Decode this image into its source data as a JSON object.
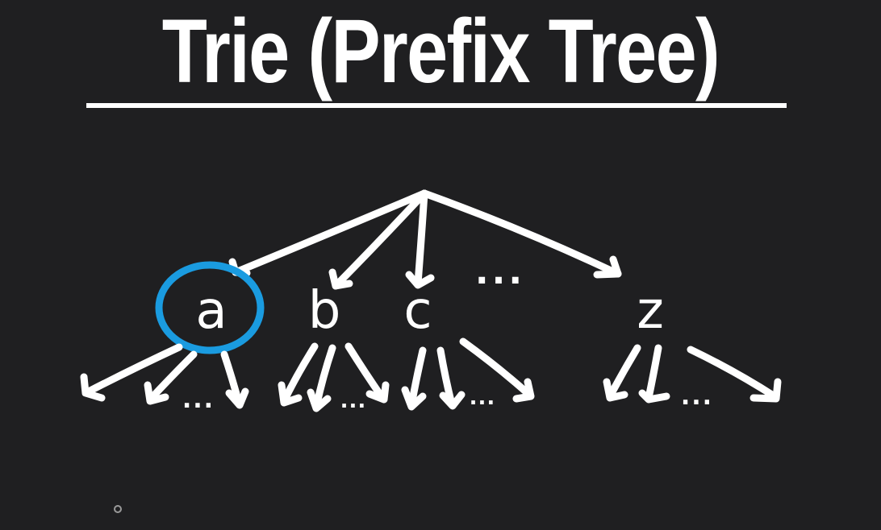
{
  "title": "Trie (Prefix Tree)",
  "root_children": {
    "labels": [
      "a",
      "b",
      "c",
      "z"
    ],
    "ellipsis": "..."
  },
  "subtree_ellipsis": "...",
  "highlight_node": "a",
  "colors": {
    "background": "#1f1f21",
    "ink": "#ffffff",
    "highlight": "#1a9be0"
  }
}
